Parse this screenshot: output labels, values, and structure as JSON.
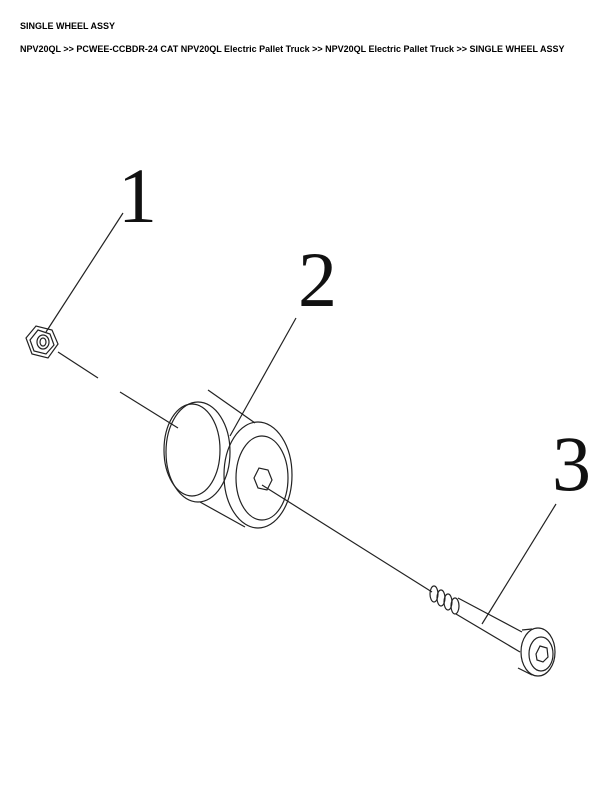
{
  "header": {
    "title": "SINGLE WHEEL ASSY",
    "breadcrumb": "NPV20QL >> PCWEE-CCBDR-24 CAT NPV20QL Electric Pallet Truck >> NPV20QL Electric Pallet Truck >> SINGLE WHEEL ASSY"
  },
  "diagram": {
    "callouts": [
      "1",
      "2",
      "3"
    ]
  }
}
